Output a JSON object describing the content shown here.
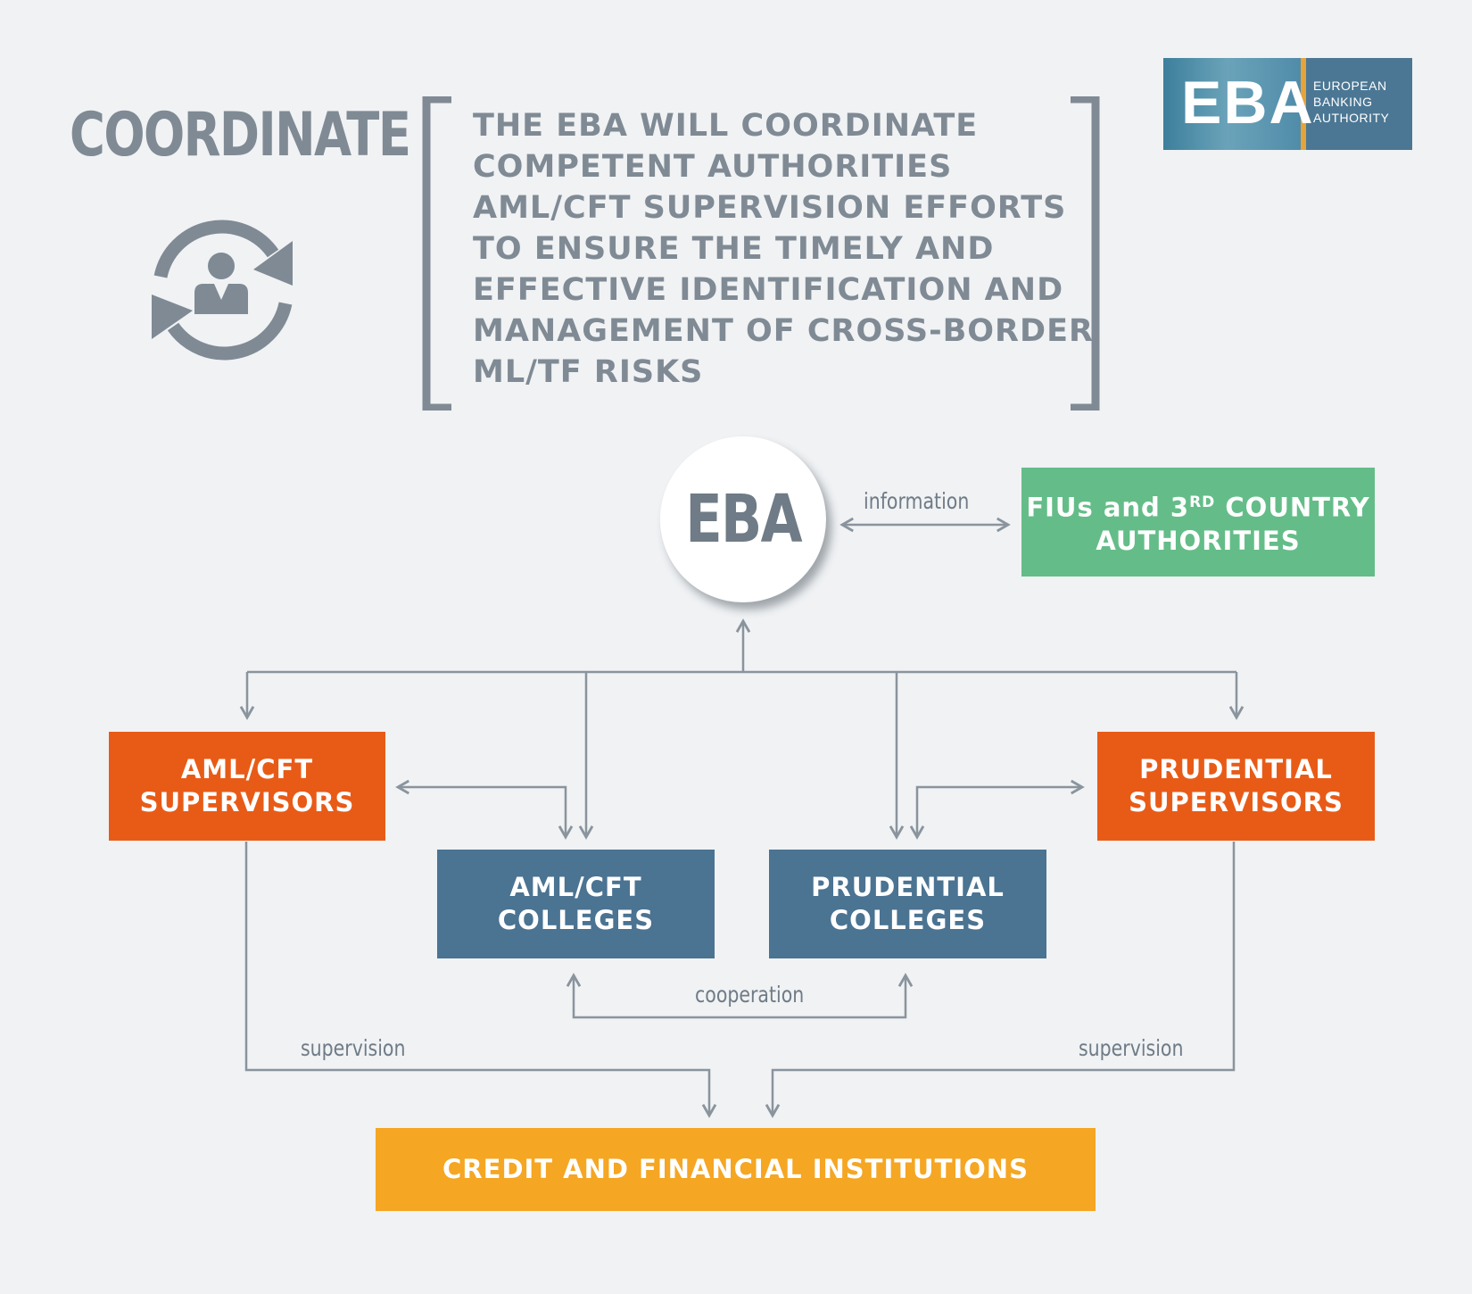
{
  "heading": "COORDINATE",
  "mission": {
    "lines": [
      "THE EBA WILL COORDINATE",
      "COMPETENT AUTHORITIES",
      "AML/CFT SUPERVISION EFFORTS",
      "TO ENSURE THE TIMELY AND",
      "EFFECTIVE IDENTIFICATION AND",
      "MANAGEMENT OF CROSS-BORDER",
      "ML/TF RISKS"
    ]
  },
  "logo": {
    "abbr": "EBA",
    "name_lines": [
      "EUROPEAN",
      "BANKING",
      "AUTHORITY"
    ]
  },
  "icons": {
    "coordinate": "person-refresh-icon"
  },
  "diagram": {
    "center": "EBA",
    "fius": {
      "line1": "FIUs and 3",
      "sup": "RD",
      "line1_end": " COUNTRY",
      "line2": "AUTHORITIES"
    },
    "aml_supervisors": [
      "AML/CFT",
      "SUPERVISORS"
    ],
    "prudential_supervisors": [
      "PRUDENTIAL",
      "SUPERVISORS"
    ],
    "aml_colleges": [
      "AML/CFT",
      "COLLEGES"
    ],
    "prudential_colleges": [
      "PRUDENTIAL",
      "COLLEGES"
    ],
    "institutions": "CREDIT AND FINANCIAL INSTITUTIONS",
    "edge_labels": {
      "information": "information",
      "cooperation": "cooperation",
      "supervision_left": "supervision",
      "supervision_right": "supervision"
    }
  },
  "colors": {
    "background": "#f0f2f4",
    "text_grey": "#7f8a94",
    "line_grey": "#8a949d",
    "orange": "#e85b17",
    "blue": "#4b7392",
    "green": "#64bd88",
    "yellow": "#f5a623"
  }
}
